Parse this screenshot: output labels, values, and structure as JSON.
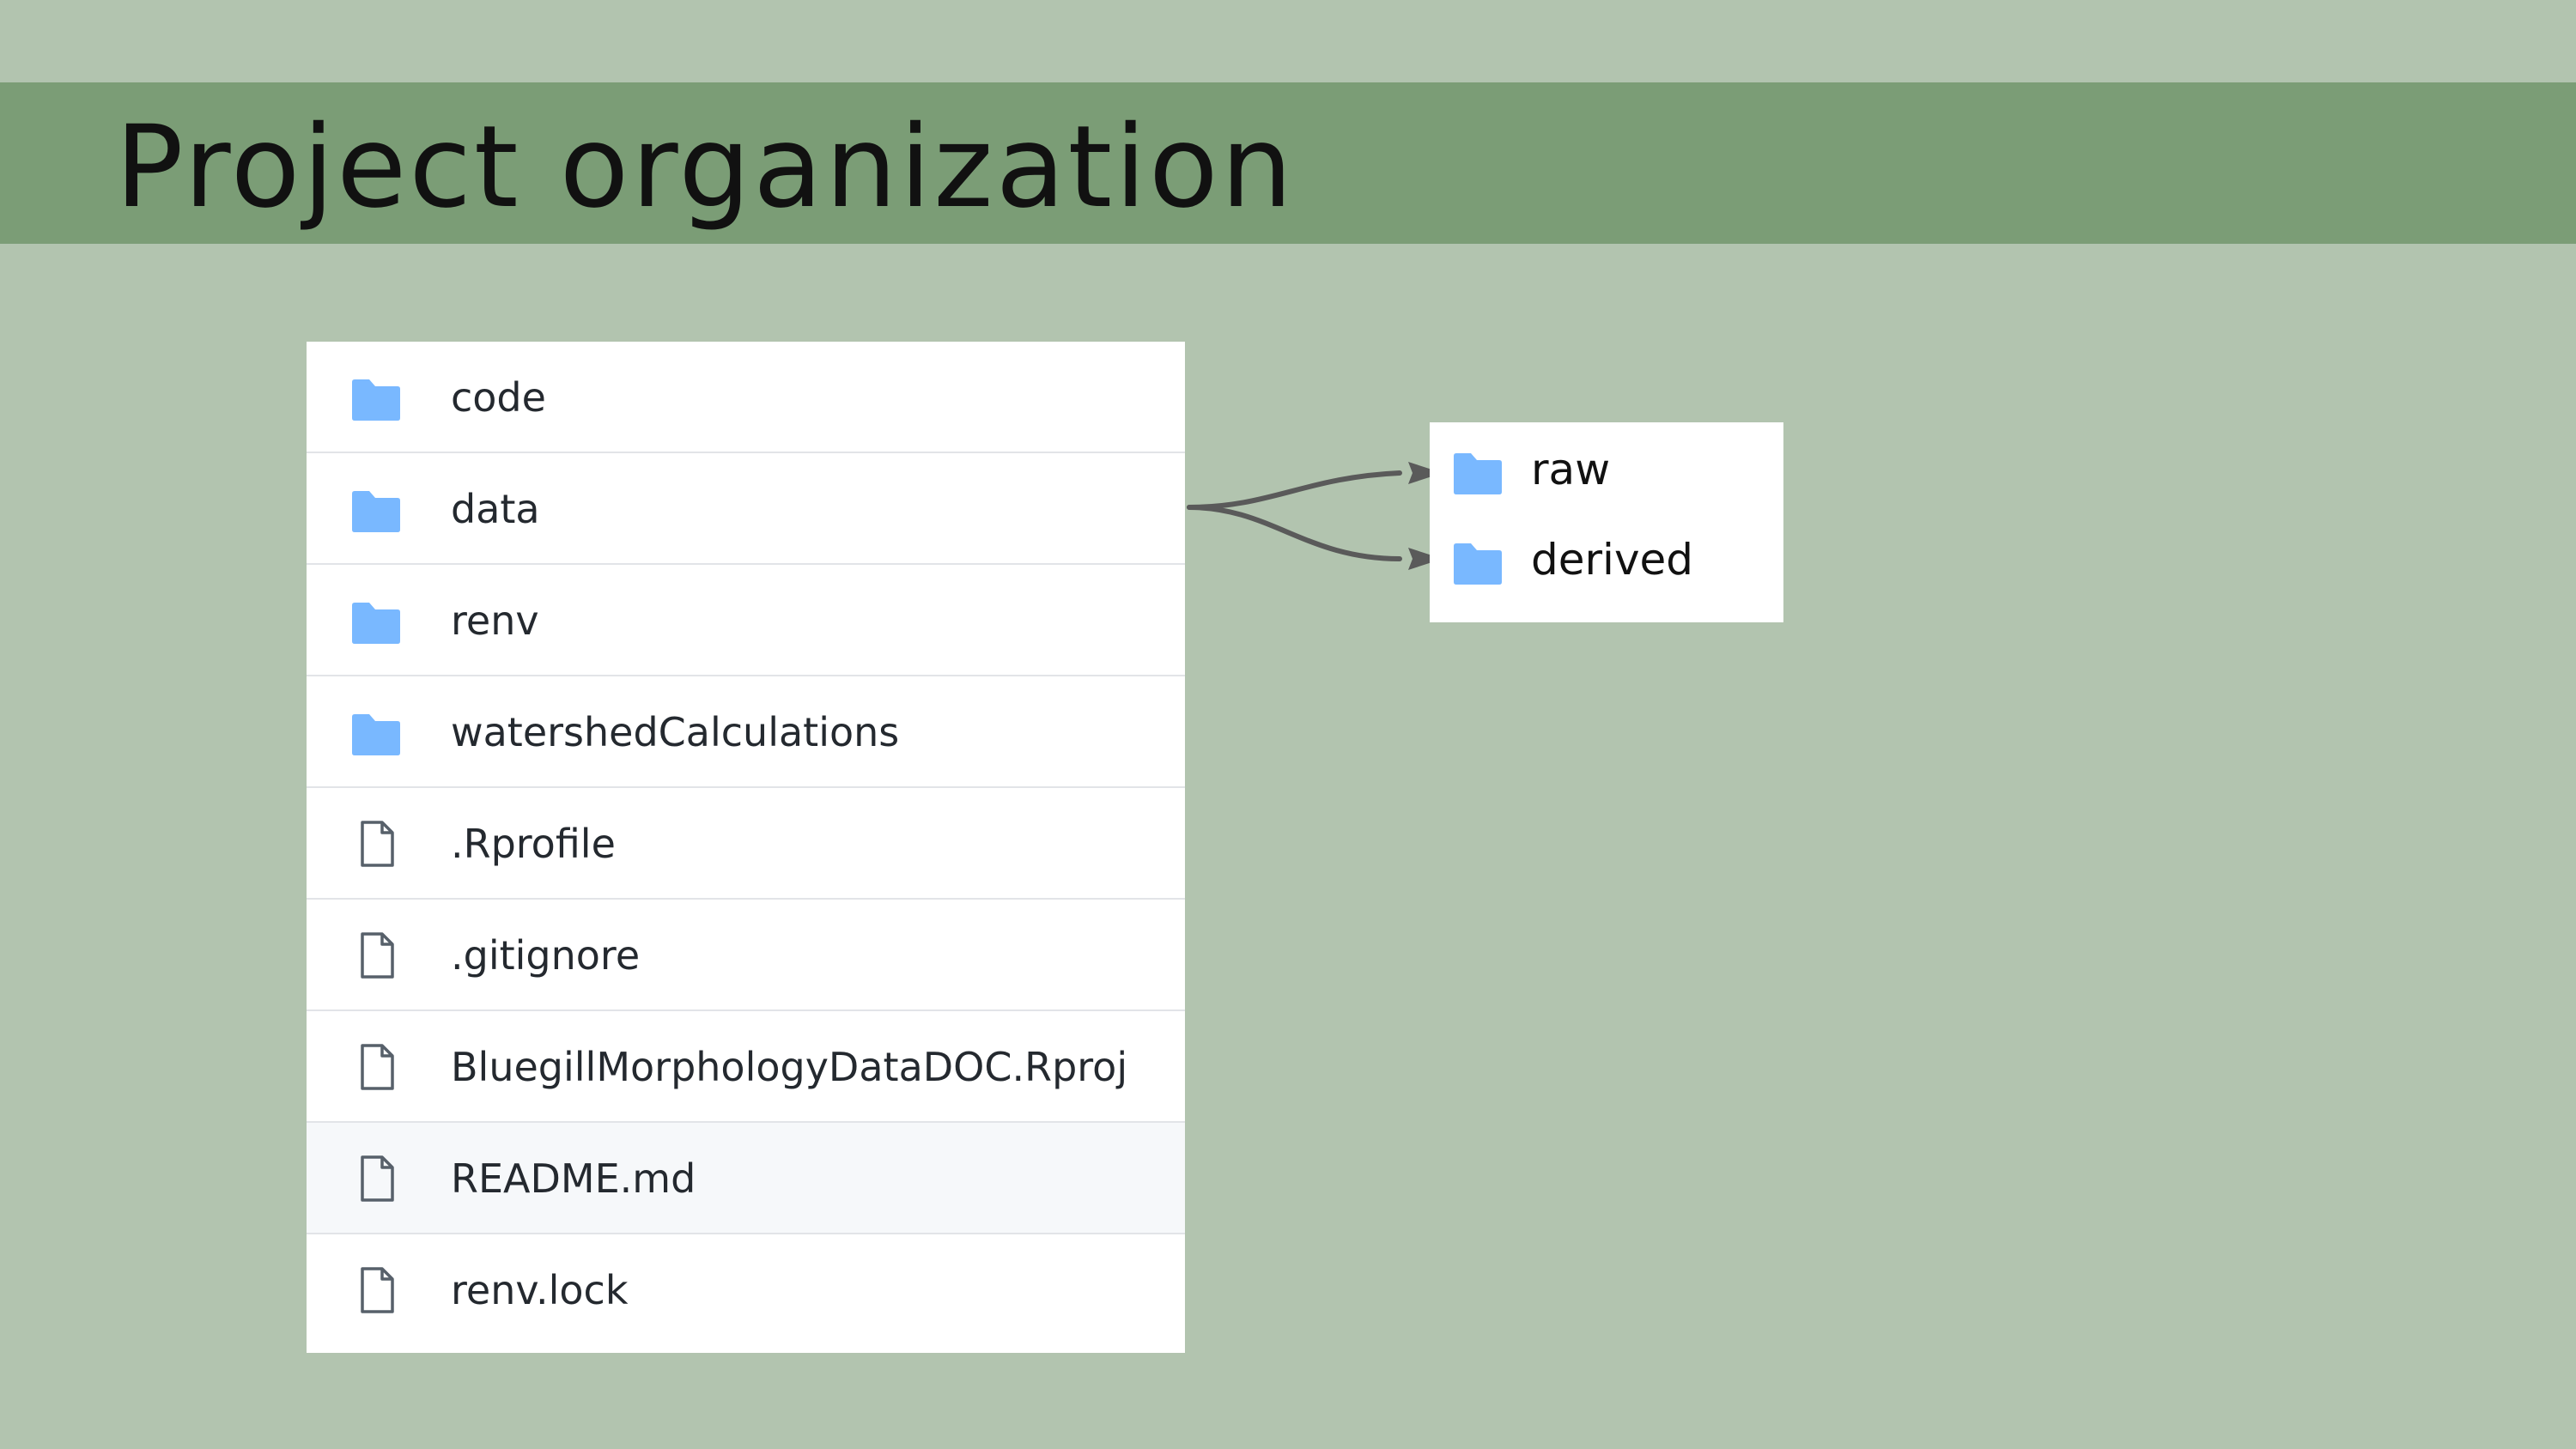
{
  "slide": {
    "title": "Project organization",
    "colors": {
      "background": "#b2c4af",
      "title_band": "#7b9d76",
      "folder_icon": "#79b8ff",
      "file_icon": "#57606a",
      "row_highlight": "#f6f8fa",
      "arrow": "#5a5a5a"
    }
  },
  "file_list": {
    "items": [
      {
        "name": "code",
        "icon": "folder-icon"
      },
      {
        "name": "data",
        "icon": "folder-icon"
      },
      {
        "name": "renv",
        "icon": "folder-icon"
      },
      {
        "name": "watershedCalculations",
        "icon": "folder-icon"
      },
      {
        "name": ".Rprofile",
        "icon": "file-icon"
      },
      {
        "name": ".gitignore",
        "icon": "file-icon"
      },
      {
        "name": "BluegillMorphologyDataDOC.Rproj",
        "icon": "file-icon"
      },
      {
        "name": "README.md",
        "icon": "file-icon",
        "highlighted": true
      },
      {
        "name": "renv.lock",
        "icon": "file-icon"
      }
    ]
  },
  "data_subfolders": {
    "items": [
      {
        "name": "raw",
        "icon": "folder-icon"
      },
      {
        "name": "derived",
        "icon": "folder-icon"
      }
    ]
  }
}
